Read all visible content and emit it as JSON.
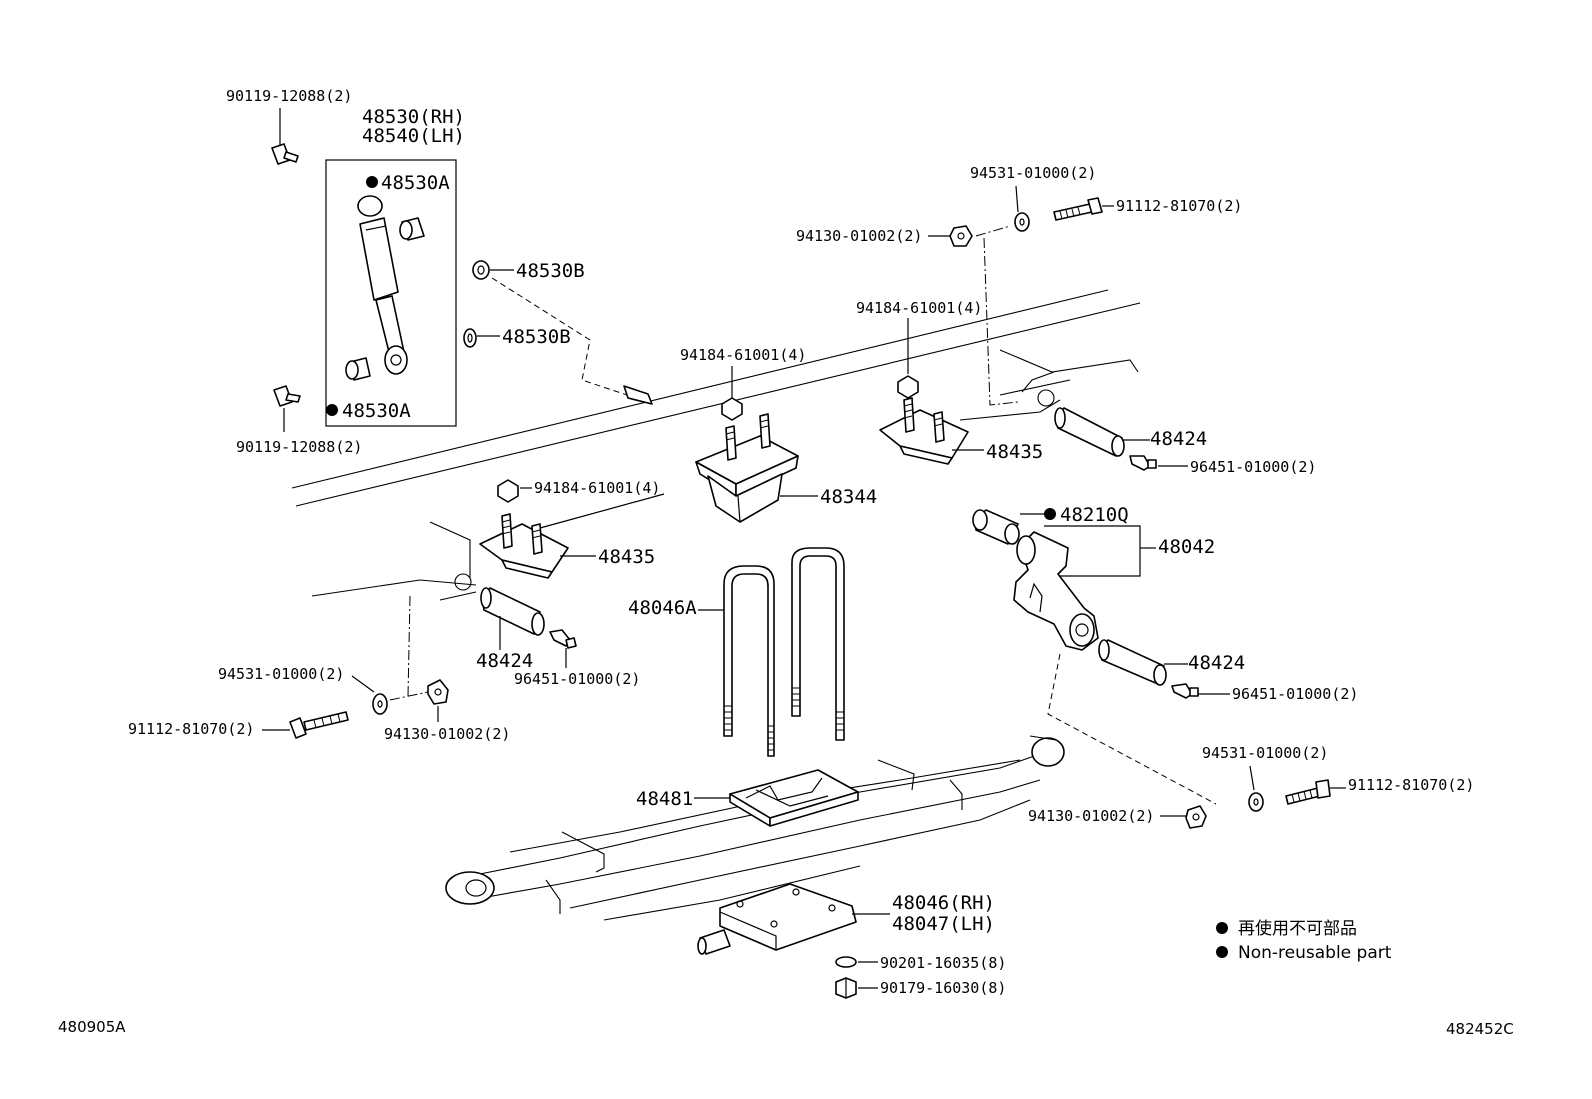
{
  "labels": {
    "p90119_top": "90119-12088(2)",
    "p48530_rh": "48530(RH)",
    "p48540_lh": "48540(LH)",
    "p48530a_top": "48530A",
    "p48530a_bot": "48530A",
    "p48530b_1": "48530B",
    "p48530b_2": "48530B",
    "p90119_bot": "90119-12088(2)",
    "p94531_top": "94531-01000(2)",
    "p91112_top": "91112-81070(2)",
    "p94130_top": "94130-01002(2)",
    "p94184_mid": "94184-61001(4)",
    "p94184_right": "94184-61001(4)",
    "p94184_left": "94184-61001(4)",
    "p48344": "48344",
    "p48435_right": "48435",
    "p48435_left": "48435",
    "p48424_top": "48424",
    "p96451_top": "96451-01000(2)",
    "p48210q": "48210Q",
    "p48042": "48042",
    "p48046a": "48046A",
    "p48424_left": "48424",
    "p96451_left": "96451-01000(2)",
    "p48424_right": "48424",
    "p96451_right": "96451-01000(2)",
    "p94531_left": "94531-01000(2)",
    "p91112_left": "91112-81070(2)",
    "p94130_left": "94130-01002(2)",
    "p94531_right": "94531-01000(2)",
    "p91112_right": "91112-81070(2)",
    "p94130_right": "94130-01002(2)",
    "p48481": "48481",
    "p48046_rh": "48046(RH)",
    "p48047_lh": "48047(LH)",
    "p90201": "90201-16035(8)",
    "p90179": "90179-16030(8)"
  },
  "legend": {
    "japanese": "再使用不可部品",
    "english": "Non-reusable part"
  },
  "codes": {
    "left": "480905A",
    "right": "482452C"
  }
}
